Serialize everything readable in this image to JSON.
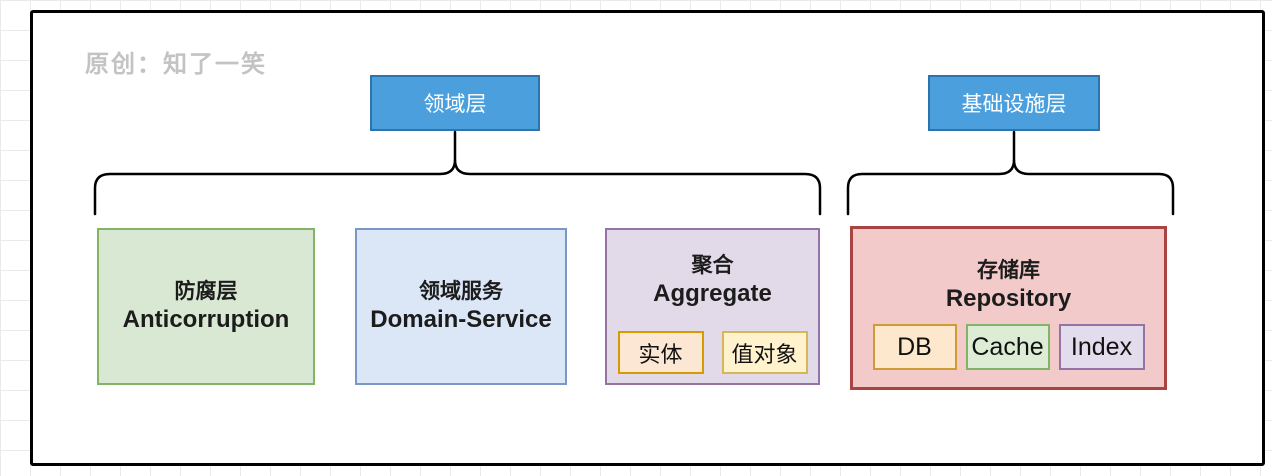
{
  "watermark": {
    "text": "原创：知了一笑"
  },
  "headers": {
    "domain": {
      "label": "领域层"
    },
    "infrastructure": {
      "label": "基础设施层"
    }
  },
  "boxes": {
    "anticorruption": {
      "title_zh": "防腐层",
      "title_en": "Anticorruption"
    },
    "domain_service": {
      "title_zh": "领域服务",
      "title_en": "Domain-Service"
    },
    "aggregate": {
      "title_zh": "聚合",
      "title_en": "Aggregate",
      "chips": [
        {
          "label": "实体"
        },
        {
          "label": "值对象"
        }
      ]
    },
    "repository": {
      "title_zh": "存储库",
      "title_en": "Repository",
      "chips": [
        {
          "label": "DB"
        },
        {
          "label": "Cache"
        },
        {
          "label": "Index"
        }
      ]
    }
  },
  "colors": {
    "header_fill": "#4a9fdc",
    "header_border": "#2d74ae",
    "green_fill": "#d9e8d2",
    "green_border": "#82b366",
    "blue_fill": "#dbe6f7",
    "blue_border": "#7a97c5",
    "purple_fill": "#e2dae9",
    "purple_border": "#9673a6",
    "red_fill": "#f2caca",
    "red_border": "#a94442",
    "orange_fill": "#fbe7d4",
    "orange_border": "#d79b00",
    "yellow_fill": "#fff2cc",
    "yellow_border": "#d6b656",
    "brace_stroke": "#000000",
    "watermark_color": "#c3c3c3"
  }
}
